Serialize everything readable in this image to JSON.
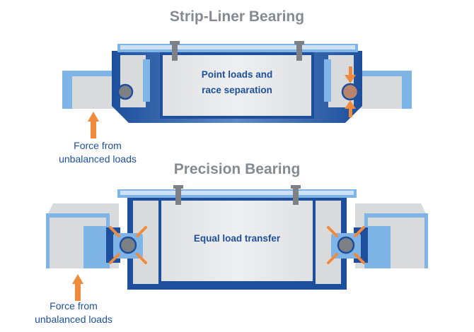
{
  "colors": {
    "dark_blue": "#1d4f9c",
    "light_blue": "#7fb5e6",
    "pale_blue": "#cfe2f5",
    "light_gray": "#d9dadc",
    "inner_gray": "#e3e4e6",
    "bolt_gray": "#7d8185",
    "title_gray": "#858b91",
    "force_orange": "#f08a3c",
    "stressed_ball": "#b9846e"
  },
  "diagrams": [
    {
      "title": "Strip-Liner Bearing",
      "inner_label_line1": "Point loads and",
      "inner_label_line2": "race separation",
      "caption_line1": "Force from",
      "caption_line2": "unbalanced loads"
    },
    {
      "title": "Precision Bearing",
      "inner_label_line1": "Equal load transfer",
      "caption_line1": "Force from",
      "caption_line2": "unbalanced loads"
    }
  ]
}
